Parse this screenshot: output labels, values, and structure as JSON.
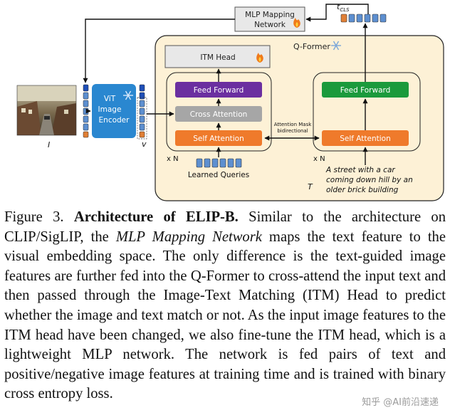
{
  "diagram": {
    "mlp_label_1": "MLP Mapping",
    "mlp_label_2": "Network",
    "tcls_label": "t",
    "tcls_sub": "CLS",
    "qformer_label": "Q-Former",
    "itm_head_label": "ITM Head",
    "vit_label_1": "ViT",
    "vit_label_2": "Image",
    "vit_label_3": "Encoder",
    "left_feed_forward": "Feed Forward",
    "cross_attention": "Cross Attention",
    "left_self_attention": "Self Attention",
    "right_feed_forward": "Feed Forward",
    "right_self_attention": "Self Attention",
    "attention_mask_1": "Attention Mask",
    "attention_mask_2": "bidirectional",
    "xn_left": "x N",
    "xn_right": "x N",
    "learned_queries": "Learned Queries",
    "image_label": "I",
    "v_label": "v",
    "t_label": "T",
    "text_1": "A street with a car",
    "text_2": "coming down hill by an",
    "text_3": "older brick building",
    "colors": {
      "feed_forward_left": "#6b2fa0",
      "feed_forward_right": "#1a9a3c",
      "cross_attention": "#a6a6a6",
      "self_attention": "#ef7a2b",
      "token_blue": "#2a6fc9",
      "qformer_bg": "#fdf1d6"
    }
  },
  "caption": {
    "prefix": "Figure 3. ",
    "bold": "Architecture of ELIP-B.",
    "t1": " Similar to the architecture on CLIP/SigLIP, the ",
    "italic": "MLP Mapping Network",
    "t2": " maps the text feature to the visual embedding space. The only difference is the text-guided image features are further fed into the Q-Former to cross-attend the input text and then passed through the Image-Text Matching (ITM) Head to predict whether the image and text match or not.  As the input image features to the ITM head have been changed, we also fine-tune the ITM head, which is a lightweight MLP network. The network is fed pairs of text and positive/negative image features at training time and is trained with binary cross entropy loss."
  },
  "watermark": "知乎 @AI前沿速递"
}
